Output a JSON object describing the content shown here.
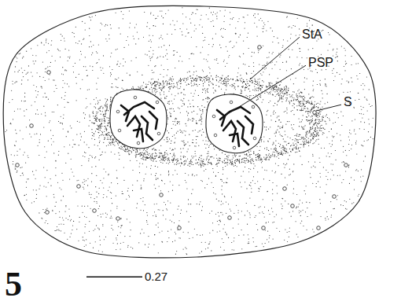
{
  "diagram": {
    "labels": [
      "StA",
      "PSP",
      "S",
      "0.27",
      "5"
    ]
  }
}
